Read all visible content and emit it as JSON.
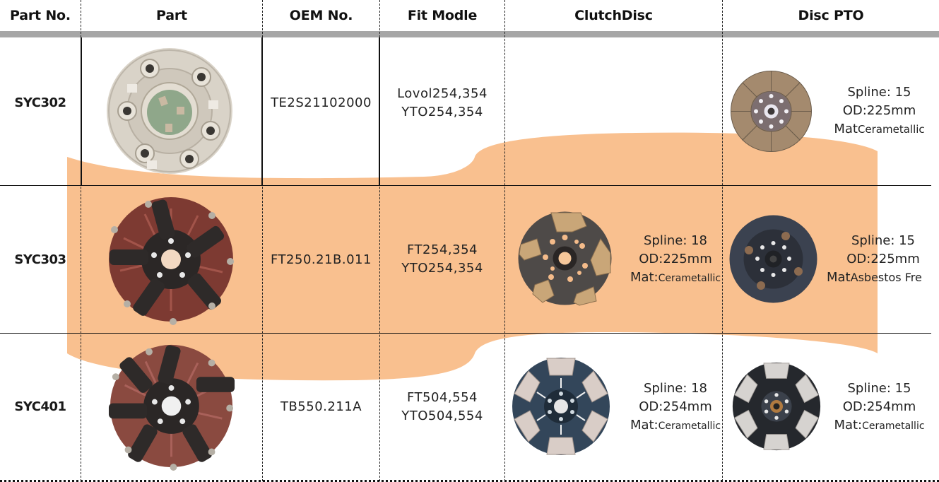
{
  "colors": {
    "band": "#f9c08f",
    "header_bar": "#a6a6a6",
    "grid": "#111111"
  },
  "header": {
    "part_no": "Part No.",
    "part": "Part",
    "oem_no": "OEM No.",
    "fit_model": "Fit Modle",
    "clutch_disc": "ClutchDisc",
    "disc_pto": "Disc PTO"
  },
  "rows": [
    {
      "part_no": "SYC302",
      "part_image": "pressure-plate-silver",
      "oem_no": "TE2S21102000",
      "fit_model": [
        "Lovol254,354",
        "YTO254,354"
      ],
      "clutch_disc": null,
      "disc_pto": {
        "image": "disc-bronze-segmented",
        "spline": "Spline: 15",
        "od": "OD:225mm",
        "mat_label": "Mat",
        "mat_value": "Cerametallic"
      }
    },
    {
      "part_no": "SYC303",
      "part_image": "pressure-plate-red-levers",
      "oem_no": "FT250.21B.011",
      "fit_model": [
        "FT254,354",
        "YTO254,354"
      ],
      "clutch_disc": {
        "image": "disc-cerametallic-pads",
        "spline": "Spline: 18",
        "od": "OD:225mm",
        "mat_label": "Mat:",
        "mat_value": "Cerametallic"
      },
      "disc_pto": {
        "image": "disc-organic-dark",
        "spline": "Spline: 15",
        "od": "OD:225mm",
        "mat_label": "Mat",
        "mat_value": "Asbestos Fre"
      }
    },
    {
      "part_no": "SYC401",
      "part_image": "pressure-plate-red-levers",
      "oem_no": "TB550.211A",
      "fit_model": [
        "FT504,554",
        "YTO504,554"
      ],
      "clutch_disc": {
        "image": "disc-cerametallic-6pad",
        "spline": "Spline: 18",
        "od": "OD:254mm",
        "mat_label": "Mat:",
        "mat_value": "Cerametallic"
      },
      "disc_pto": {
        "image": "disc-cerametallic-6pad-dark",
        "spline": "Spline: 15",
        "od": "OD:254mm",
        "mat_label": "Mat:",
        "mat_value": "Cerametallic"
      }
    }
  ]
}
